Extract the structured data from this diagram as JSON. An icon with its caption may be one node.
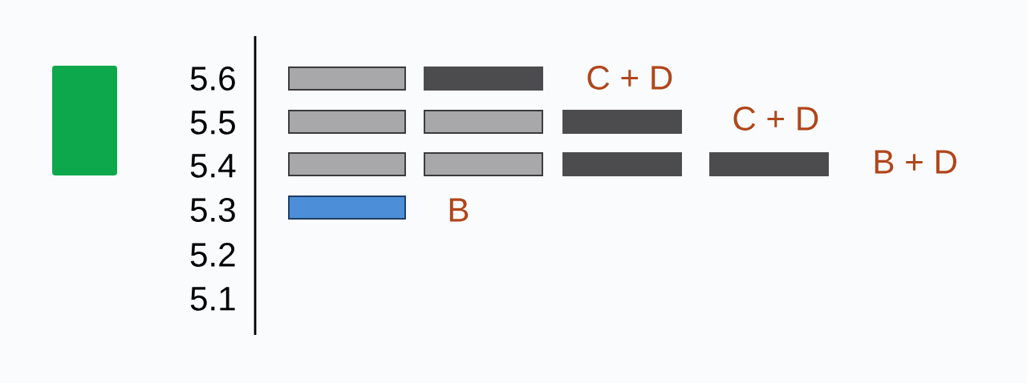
{
  "diagram": {
    "nodes": [
      {
        "text": [],
        "shape": "box"
      },
      {
        "text": [],
        "shape": "bar"
      },
      {
        "text": [],
        "shape": "bar"
      },
      {
        "text": [],
        "shape": "bar"
      },
      {
        "text": [],
        "shape": "bar"
      },
      {
        "text": [],
        "shape": "bar"
      },
      {
        "text": [],
        "shape": "bar"
      },
      {
        "text": [],
        "shape": "bar"
      },
      {
        "text": [],
        "shape": "bar"
      },
      {
        "text": [],
        "shape": "bar"
      },
      {
        "text": [],
        "shape": "bar"
      }
    ],
    "labels": [
      "5.6",
      "C + D",
      "5.5",
      "C + D",
      "5.4",
      "B + D",
      "5.3",
      "B",
      "5.2",
      "5.1"
    ]
  }
}
